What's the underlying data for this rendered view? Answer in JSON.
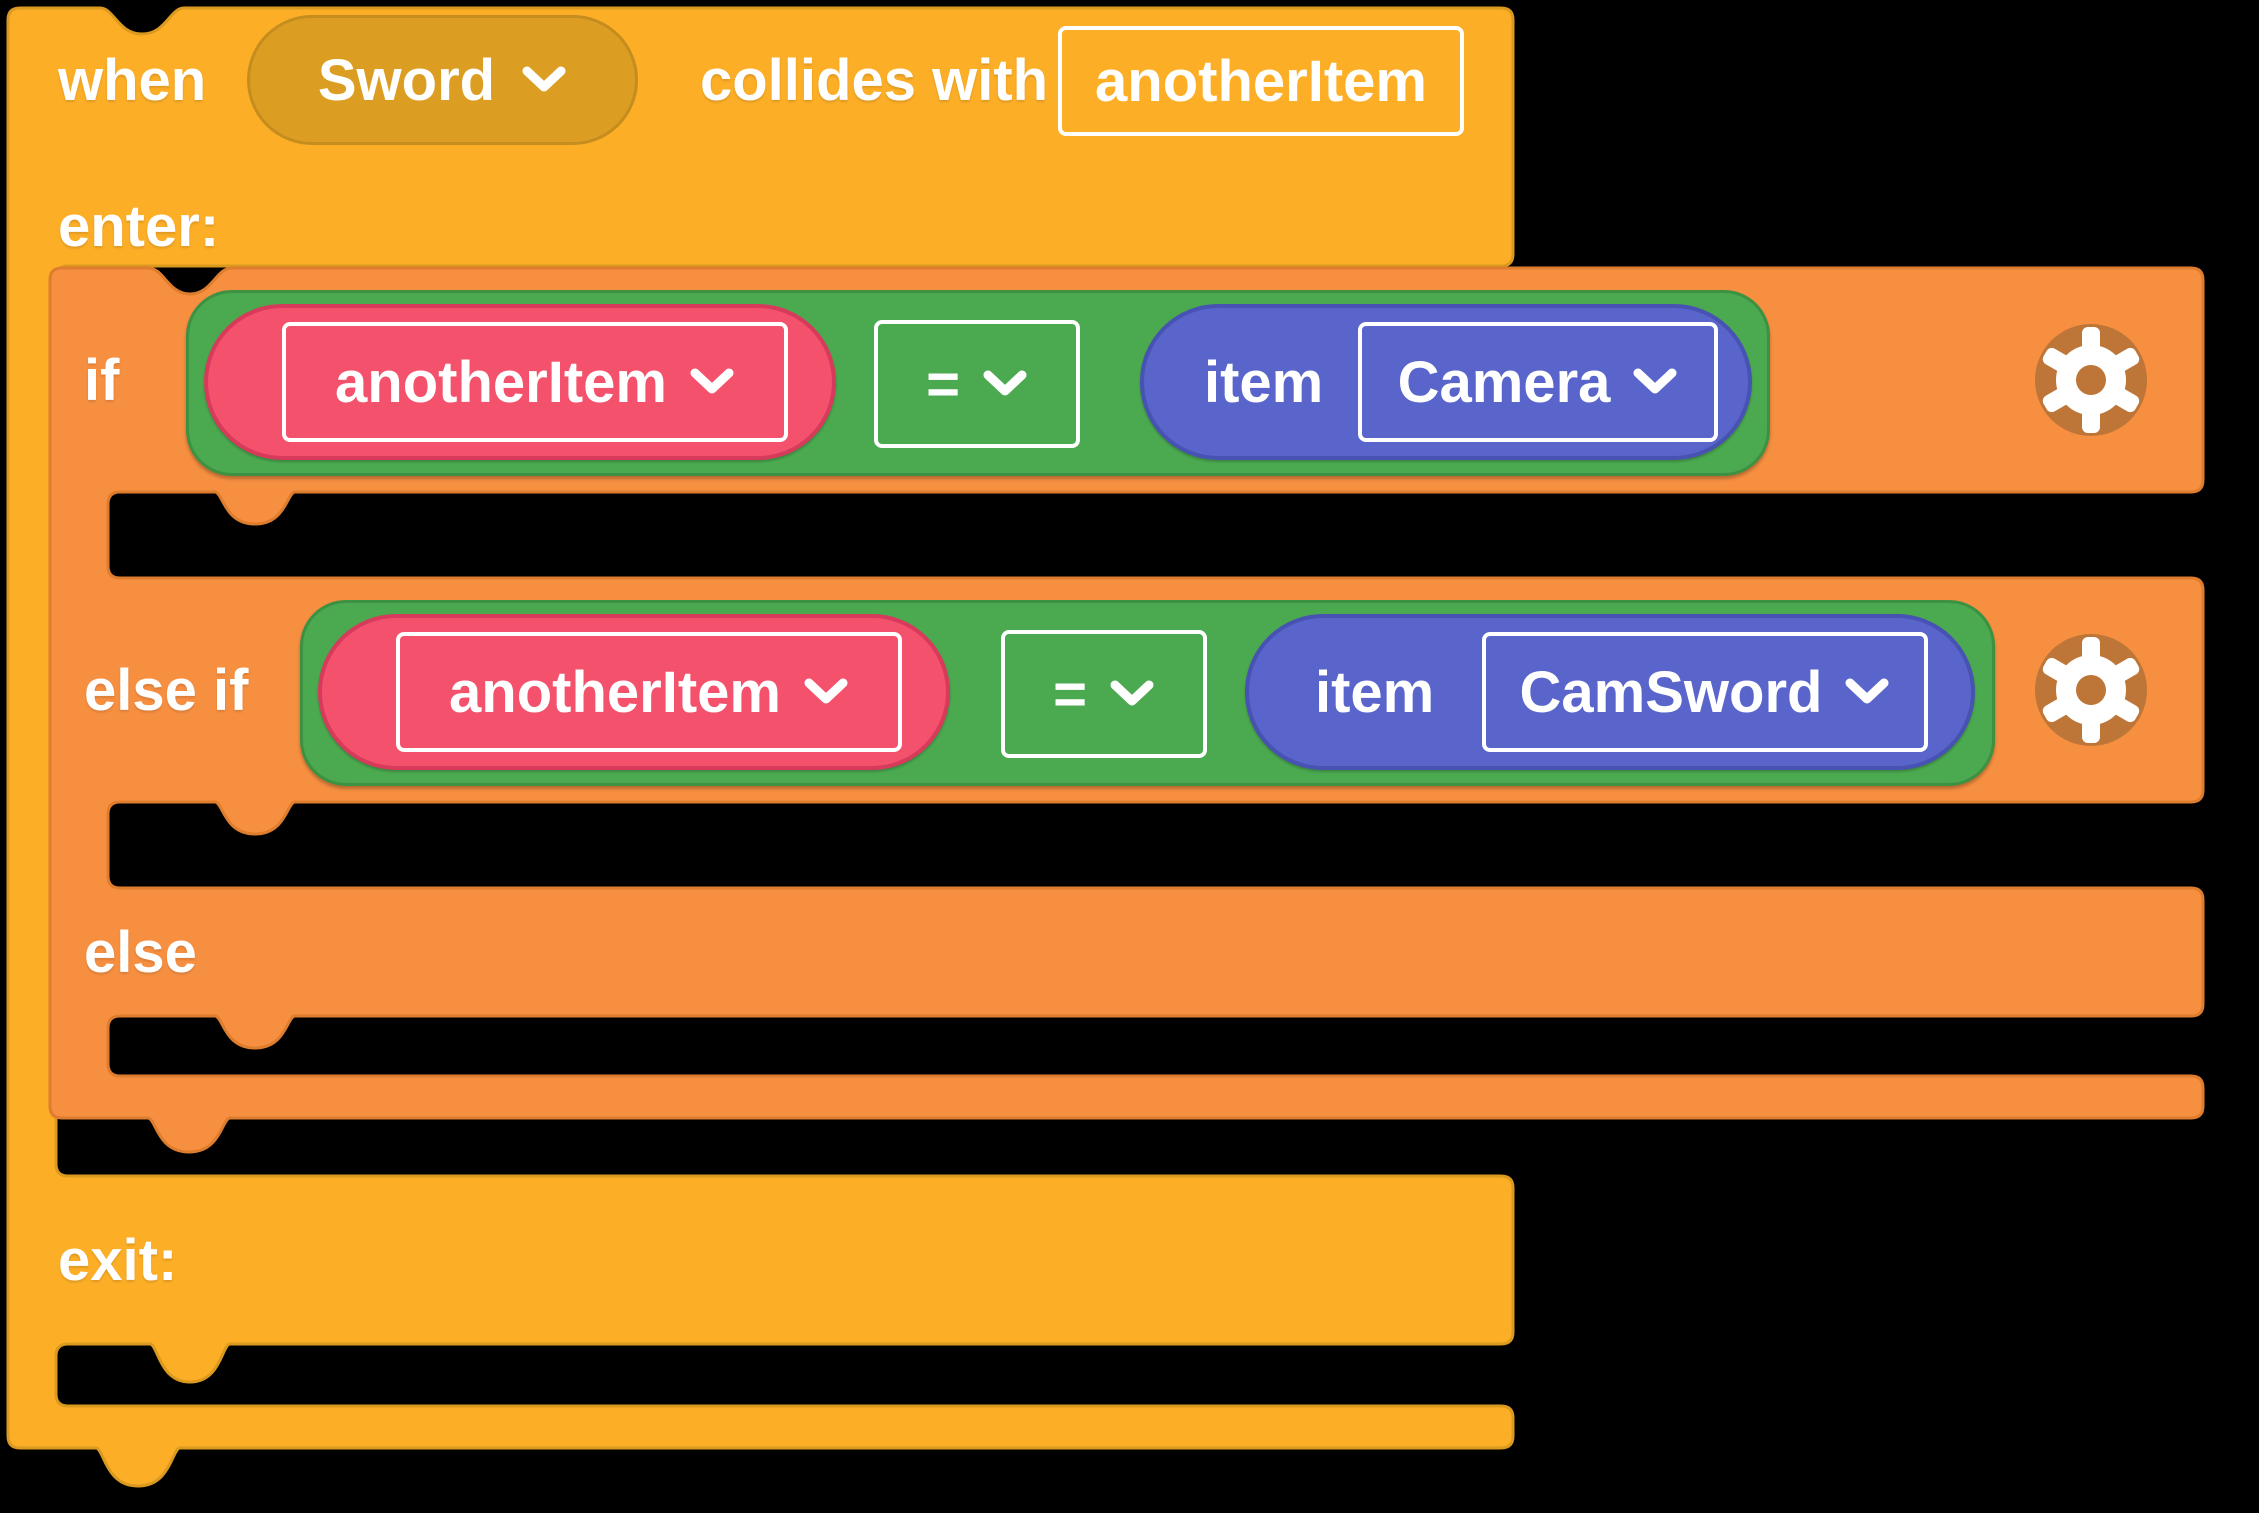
{
  "colors": {
    "background": "#000000",
    "event_block": "#FCAE27",
    "event_block_border": "#DB9A1F",
    "event_dropdown": "#DC9E22",
    "control_block": "#F78F41",
    "control_block_border": "#DE7D2D",
    "logic_block": "#4BA950",
    "logic_block_border": "#3C9142",
    "variable_block": "#F4516C",
    "variable_block_border": "#D83A5B",
    "item_block": "#5A65CC",
    "item_block_border": "#4752B3",
    "gear_button": "#BD7538",
    "text": "#FFFFFF"
  },
  "event_block": {
    "when_label": "when",
    "sprite_dropdown": "Sword",
    "collides_with_label": "collides with",
    "parameter_field": "anotherItem",
    "enter_label": "enter:",
    "exit_label": "exit:"
  },
  "if_block": {
    "if_label": "if",
    "else_if_label": "else if",
    "else_label": "else",
    "branches": [
      {
        "variable_dropdown": "anotherItem",
        "operator_dropdown": "=",
        "item_label": "item",
        "item_dropdown": "Camera"
      },
      {
        "variable_dropdown": "anotherItem",
        "operator_dropdown": "=",
        "item_label": "item",
        "item_dropdown": "CamSword"
      }
    ]
  }
}
